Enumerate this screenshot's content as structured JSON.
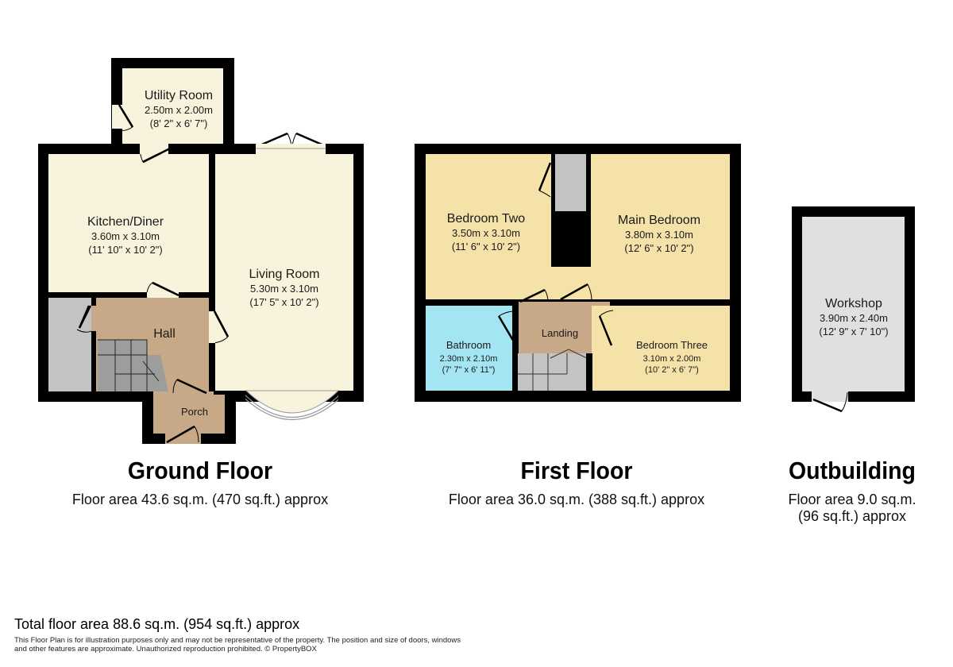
{
  "colors": {
    "wall": "#000000",
    "living_fill": "#f8f3dc",
    "bedroom_fill": "#f5e2a8",
    "hall_fill": "#c7a987",
    "bathroom_fill": "#a3e5f2",
    "cupboard_fill": "#c3c3c3",
    "stairs_fill": "#9d9d9d",
    "workshop_fill": "#e0e0e0"
  },
  "ground_floor": {
    "title": "Ground Floor",
    "area": "Floor area 43.6 sq.m. (470 sq.ft.) approx",
    "rooms": {
      "utility": {
        "name": "Utility Room",
        "metric": "2.50m x 2.00m",
        "imperial": "(8' 2\" x 6' 7\")"
      },
      "kitchen": {
        "name": "Kitchen/Diner",
        "metric": "3.60m x 3.10m",
        "imperial": "(11' 10\" x 10' 2\")"
      },
      "living": {
        "name": "Living Room",
        "metric": "5.30m x 3.10m",
        "imperial": "(17' 5\" x 10' 2\")"
      },
      "hall": {
        "name": "Hall"
      },
      "porch": {
        "name": "Porch"
      }
    }
  },
  "first_floor": {
    "title": "First Floor",
    "area": "Floor area 36.0 sq.m. (388 sq.ft.) approx",
    "rooms": {
      "bedroom_two": {
        "name": "Bedroom Two",
        "metric": "3.50m x 3.10m",
        "imperial": "(11' 6\" x 10' 2\")"
      },
      "main_bedroom": {
        "name": "Main Bedroom",
        "metric": "3.80m x 3.10m",
        "imperial": "(12' 6\" x 10' 2\")"
      },
      "bathroom": {
        "name": "Bathroom",
        "metric": "2.30m x 2.10m",
        "imperial": "(7' 7\" x 6' 11\")"
      },
      "landing": {
        "name": "Landing"
      },
      "bedroom_three": {
        "name": "Bedroom Three",
        "metric": "3.10m x 2.00m",
        "imperial": "(10' 2\" x 6' 7\")"
      }
    }
  },
  "outbuilding": {
    "title": "Outbuilding",
    "area_line1": "Floor area 9.0 sq.m.",
    "area_line2": "(96 sq.ft.) approx",
    "rooms": {
      "workshop": {
        "name": "Workshop",
        "metric": "3.90m x 2.40m",
        "imperial": "(12' 9\" x 7' 10\")"
      }
    }
  },
  "footer": {
    "total": "Total floor area 88.6 sq.m. (954 sq.ft.) approx",
    "disclaimer_line1": "This Floor Plan is for illustration purposes only and may not be representative of the property. The position and size of doors, windows",
    "disclaimer_line2": "and other features are approximate. Unauthorized reproduction prohibited. © PropertyBOX"
  }
}
